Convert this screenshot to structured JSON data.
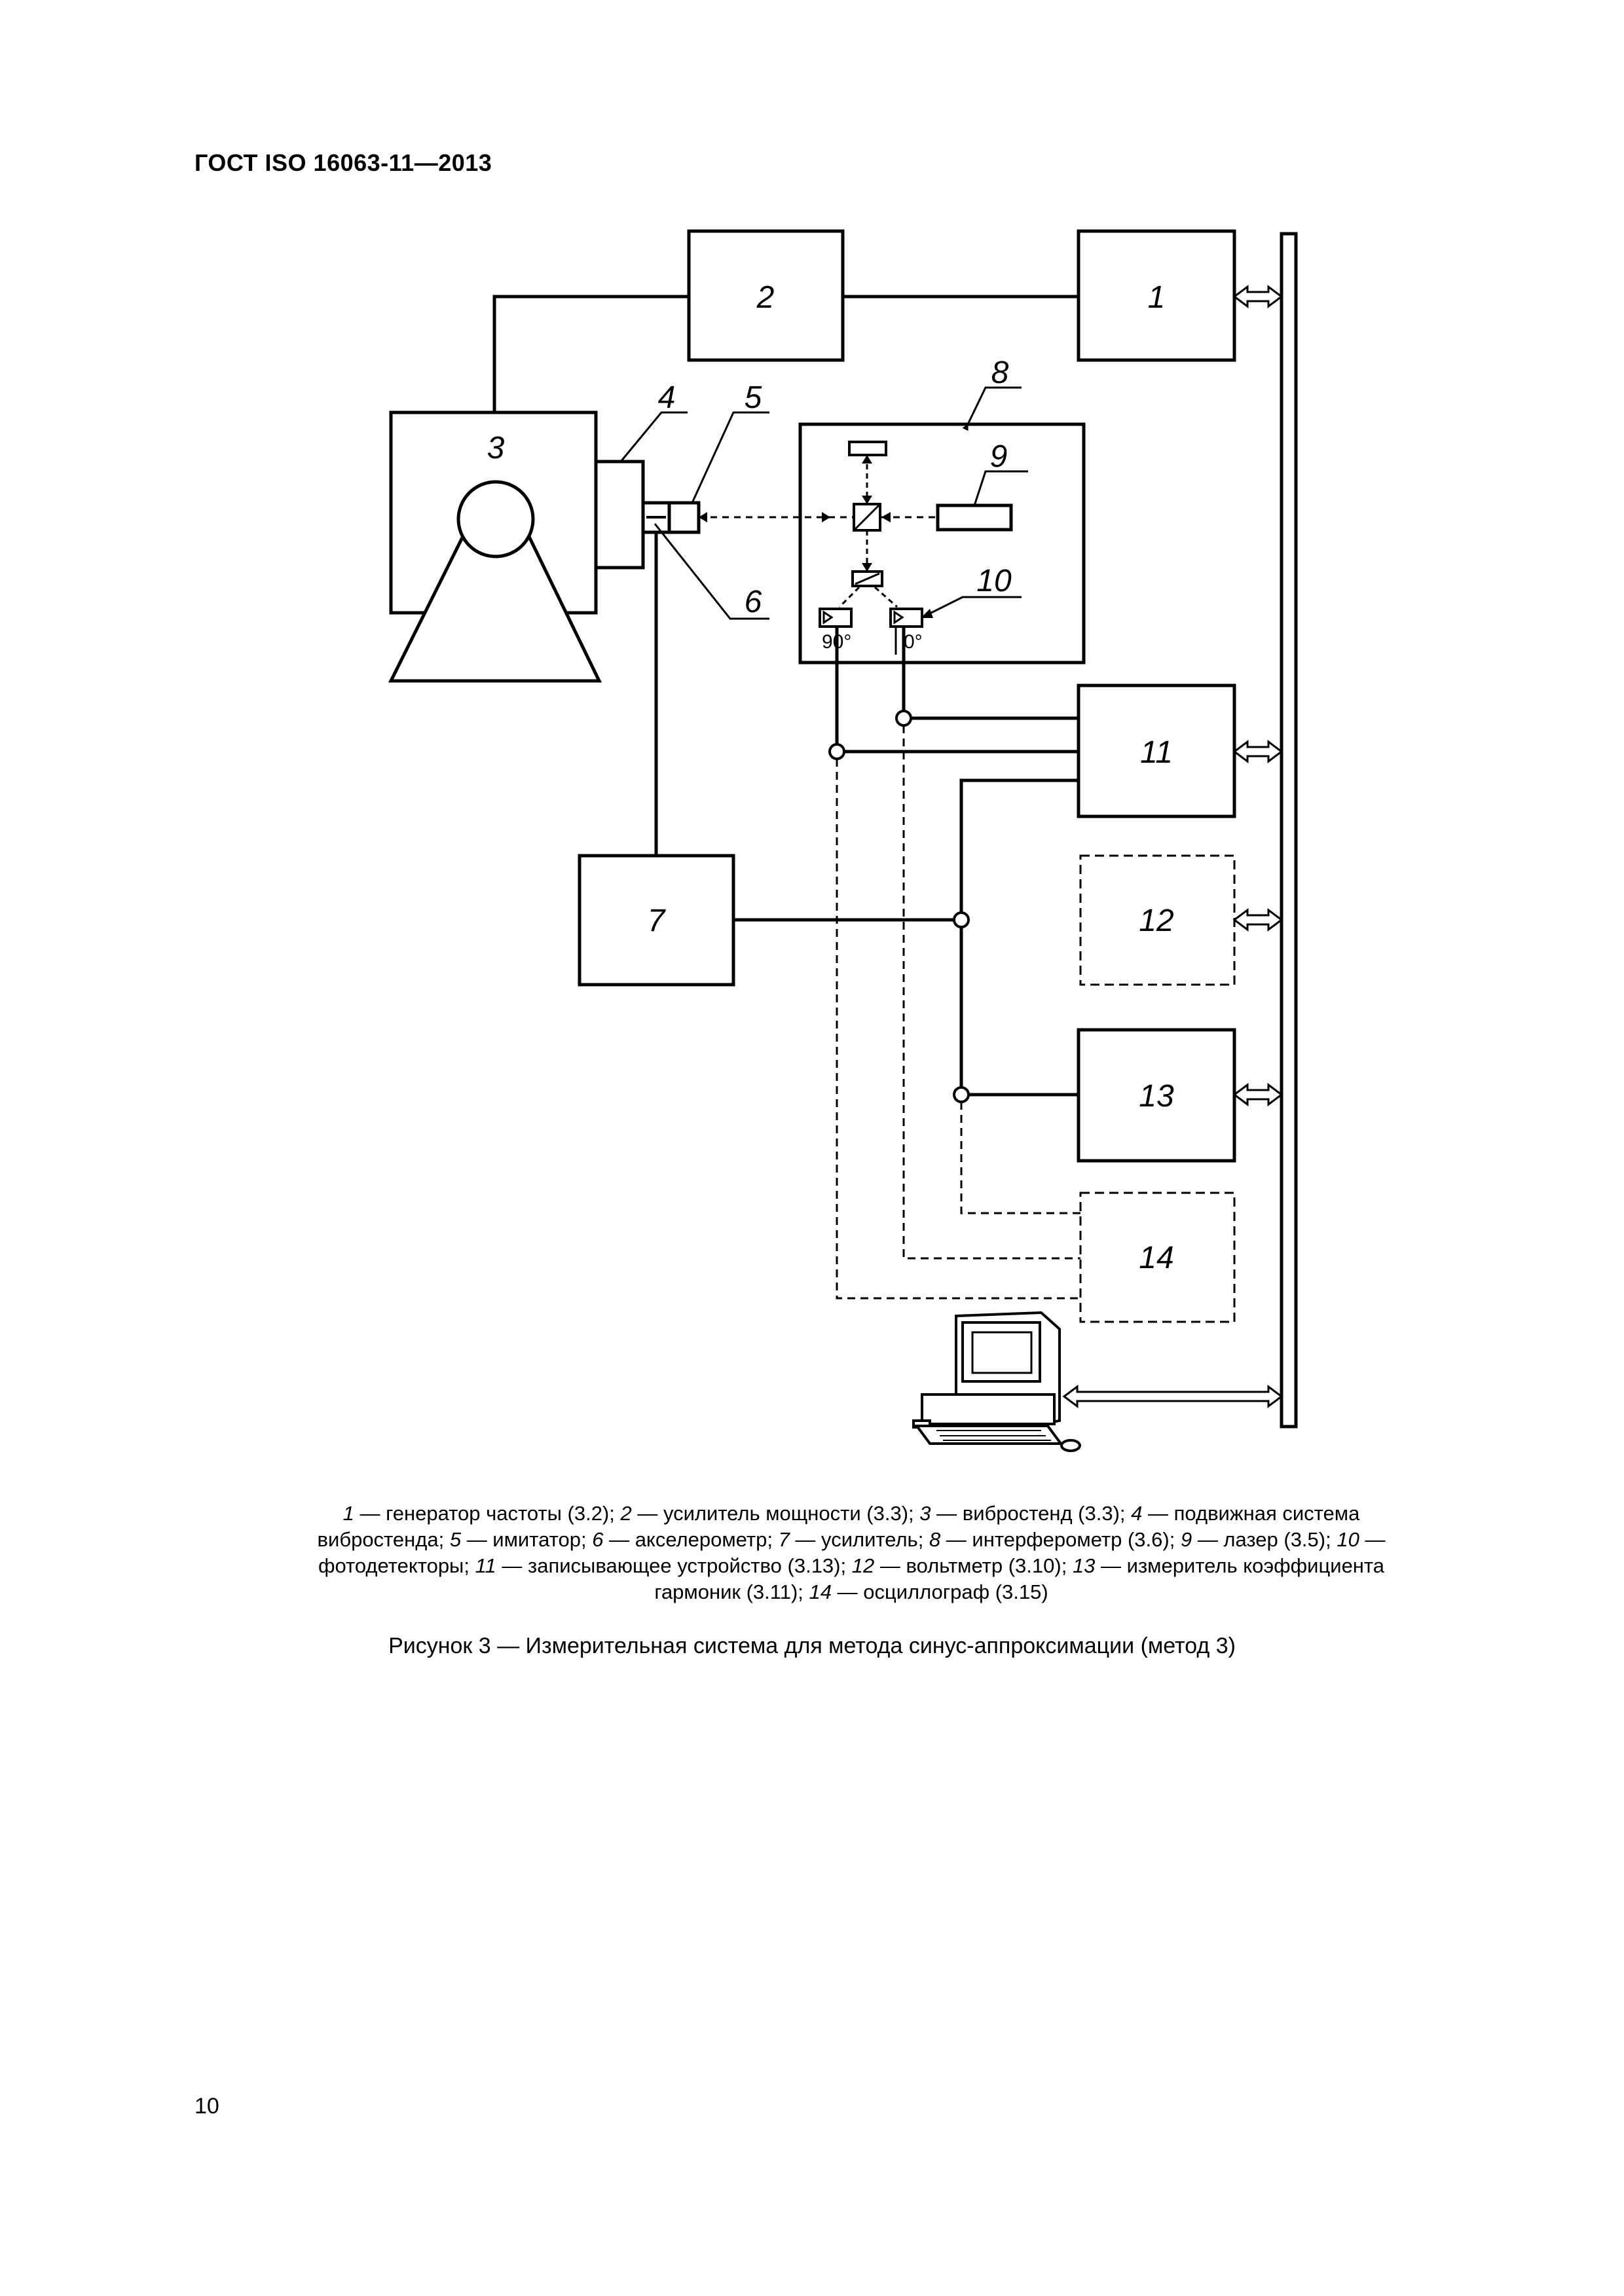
{
  "header": {
    "title": "ГОСТ ISO 16063-11—2013"
  },
  "figure": {
    "blocks": {
      "b1": "1",
      "b2": "2",
      "b3": "3",
      "b4": "4",
      "b5": "5",
      "b6": "6",
      "b7": "7",
      "b8": "8",
      "b9": "9",
      "b10": "10",
      "b11": "11",
      "b12": "12",
      "b13": "13",
      "b14": "14"
    },
    "phase_labels": {
      "p90": "90°",
      "p0": "0°"
    }
  },
  "legend": {
    "items": [
      {
        "num": "1",
        "text": " — генератор частоты (3.2); "
      },
      {
        "num": "2",
        "text": " — усилитель мощности (3.3); "
      },
      {
        "num": "3",
        "text": " — вибростенд (3.3); "
      },
      {
        "num": "4",
        "text": " — подвижная система вибростенда; "
      },
      {
        "num": "5",
        "text": " — имитатор; "
      },
      {
        "num": "6",
        "text": " — акселерометр; "
      },
      {
        "num": "7",
        "text": " — усилитель; "
      },
      {
        "num": "8",
        "text": " — интерферометр (3.6); "
      },
      {
        "num": "9",
        "text": " — лазер (3.5); "
      },
      {
        "num": "10",
        "text": " — фотодетекторы; "
      },
      {
        "num": "11",
        "text": " — записывающее устройство (3.13); "
      },
      {
        "num": "12",
        "text": " — вольтметр (3.10); "
      },
      {
        "num": "13",
        "text": " — измеритель коэффициента гармоник (3.11); "
      },
      {
        "num": "14",
        "text": " — осциллограф (3.15)"
      }
    ]
  },
  "caption": "Рисунок 3 — Измерительная система для метода синус-аппроксимации (метод 3)",
  "page_number": "10"
}
